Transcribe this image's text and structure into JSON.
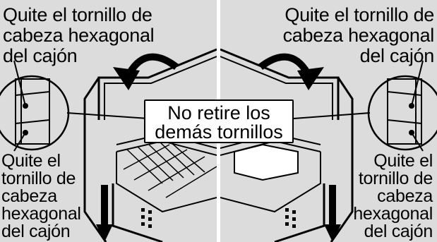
{
  "left_panel": {
    "top_label_lines": [
      "Quite el tornillo de",
      "cabeza hexagonal",
      "del cajón"
    ],
    "bottom_label_lines": [
      "Quite el",
      "tornillo de",
      "cabeza",
      "hexagonal",
      "del cajón"
    ]
  },
  "right_panel": {
    "top_label_lines": [
      "Quite el tornillo de",
      "cabeza hexagonal",
      "del cajón"
    ],
    "bottom_label_lines": [
      "Quite el",
      "tornillo de",
      "cabeza",
      "hexagonal",
      "del cajón"
    ]
  },
  "center_callout": {
    "lines": [
      "No retire los",
      "demás tornillos"
    ]
  },
  "colors": {
    "panel_background": "#dcdcdc",
    "line_art": "#000000",
    "callout_background": "#ffffff"
  }
}
